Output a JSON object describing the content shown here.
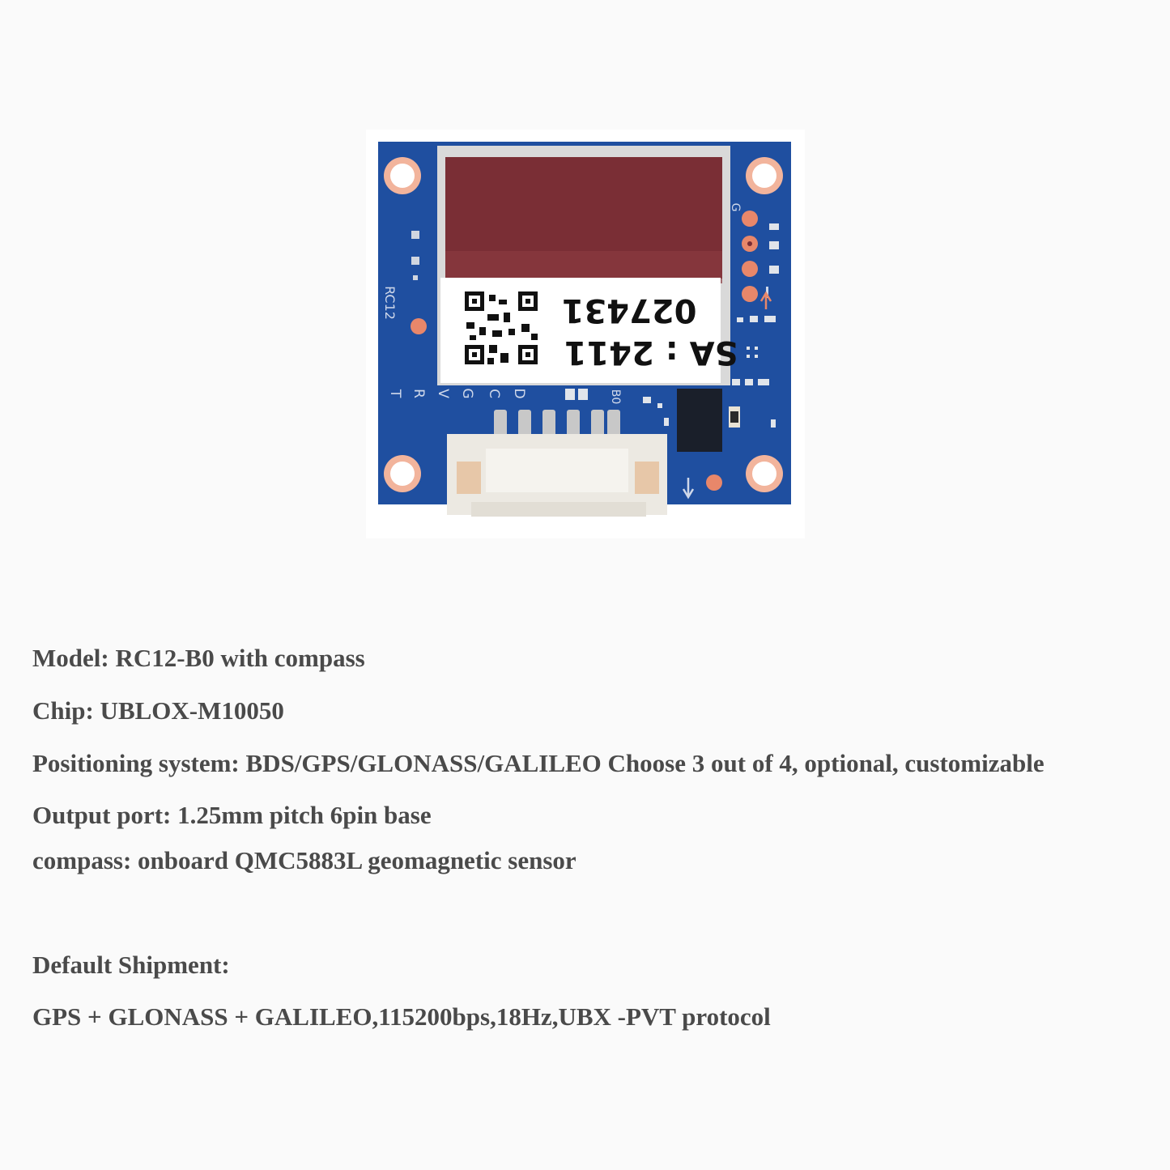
{
  "product_photo": {
    "label_number": "027431",
    "label_code": "SA : 2411",
    "board_name": "RC12",
    "pin_labels": [
      "T",
      "R",
      "V",
      "G",
      "C",
      "D"
    ],
    "connector_label": "B0",
    "pad_label": "G",
    "colors": {
      "pcb": "#1f4fa0",
      "shield": "#7a2e35",
      "pads": "#e8876a",
      "label": "#ffffff",
      "connector": "#ece9e2"
    }
  },
  "specs": {
    "model": "Model: RC12-B0 with compass",
    "chip": "Chip: UBLOX-M10050",
    "positioning": "Positioning system: BDS/GPS/GLONASS/GALILEO Choose 3 out of 4, optional, customizable",
    "output_port": "Output port: 1.25mm pitch 6pin base",
    "compass": "compass: onboard QMC5883L geomagnetic sensor"
  },
  "shipment": {
    "heading": "Default Shipment:",
    "detail": "GPS + GLONASS + GALILEO,115200bps,18Hz,UBX -PVT protocol"
  }
}
